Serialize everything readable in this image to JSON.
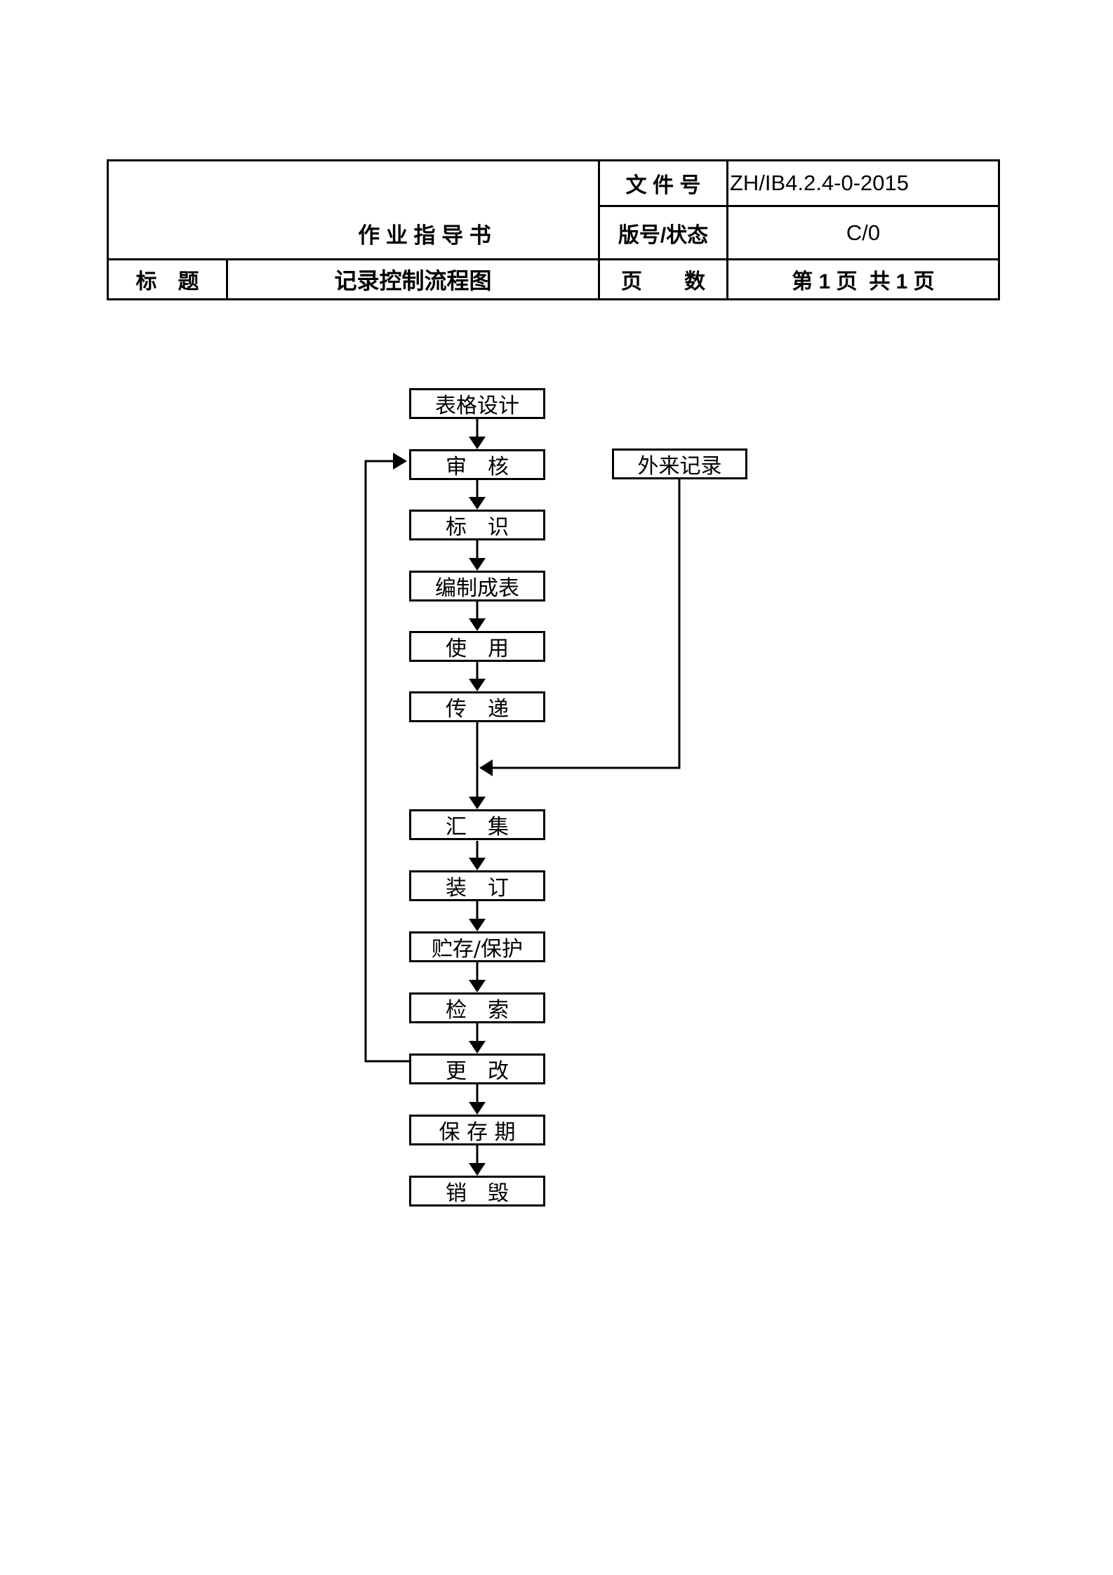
{
  "page": {
    "background": "#ffffff",
    "ink": "#000000"
  },
  "header_table": {
    "doc_type": "作 业 指 导 书",
    "doc_no": {
      "label": "文 件 号",
      "value": "ZH/IB4.2.4-0-2015"
    },
    "version": {
      "label": "版号/状态",
      "value": "C/0"
    },
    "title": {
      "label": "标　题",
      "value": "记录控制流程图"
    },
    "pages": {
      "label": "页　　数",
      "value": "第 1 页  共 1 页"
    }
  },
  "flowchart": {
    "nodes": [
      {
        "label": "表格设计"
      },
      {
        "label": "审　核"
      },
      {
        "label": "标　识"
      },
      {
        "label": "编制成表"
      },
      {
        "label": "使　用"
      },
      {
        "label": "传　递"
      },
      {
        "label": "汇　集"
      },
      {
        "label": "装　订"
      },
      {
        "label": "贮存/保护"
      },
      {
        "label": "检　索"
      },
      {
        "label": "更　改"
      },
      {
        "label": "保 存 期"
      },
      {
        "label": "销　毁"
      }
    ],
    "external": {
      "label": "外来记录"
    }
  }
}
